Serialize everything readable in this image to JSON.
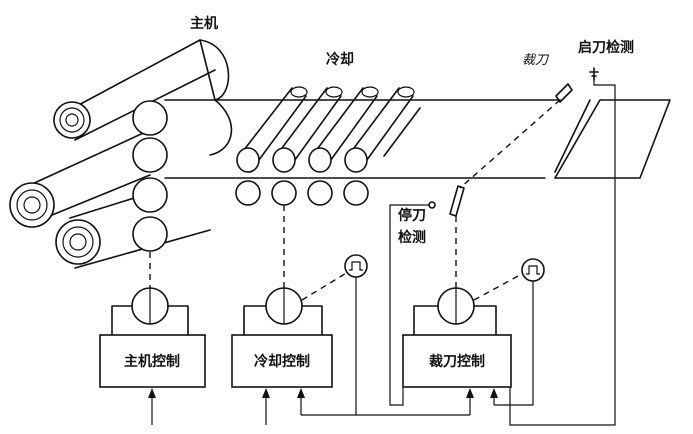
{
  "labels": {
    "main_machine": "主机",
    "cooling": "冷却",
    "cutter": "裁刀",
    "start_cutter_detect": "启刀检测",
    "stop_cutter_line1": "停刀",
    "stop_cutter_line2": "检测"
  },
  "boxes": {
    "main_control": "主机控制",
    "cooling_control": "冷却控制",
    "cutter_control": "裁刀控制"
  }
}
